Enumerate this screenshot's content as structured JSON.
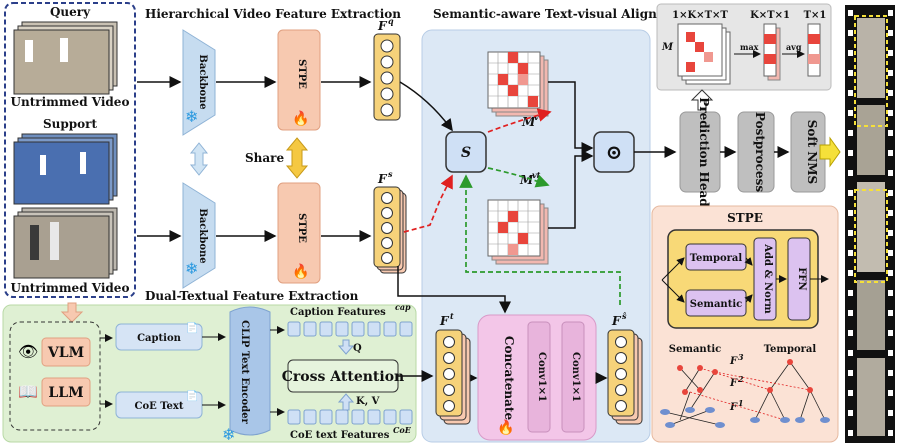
{
  "sections": {
    "hier_title": "Hierarchical Video Feature Extraction",
    "align_title": "Semantic-aware Text-visual Alignment",
    "dual_title": "Dual-Textual Feature Extraction",
    "stpe_title": "STPE"
  },
  "left": {
    "query": "Query",
    "untrimmed1": "Untrimmed Video",
    "support": "Support",
    "untrimmed2": "Untrimmed Video"
  },
  "blocks": {
    "backbone1": "Backbone",
    "backbone2": "Backbone",
    "stpe1": "STPE",
    "stpe2": "STPE",
    "share": "Share",
    "fq": "F",
    "fq_sup": "q",
    "fs": "F",
    "fs_sup": "s",
    "ft": "F",
    "ft_sup": "t",
    "fshat": "F",
    "fshat_sup": "ŝ",
    "s_node": "S",
    "mv": "M",
    "mv_sup": "v",
    "mvt": "M",
    "mvt_sup": "vt",
    "odot": "⊙",
    "concat": "Concatenate",
    "conv1": "Conv1×1",
    "conv2": "Conv1×1",
    "pred_head": "Prediction Head",
    "postprocess": "Postprocess",
    "soft_nms": "Soft NMS"
  },
  "topbox": {
    "m_label": "M",
    "dim1": "1×K×T×T",
    "dim2": "K×T×1",
    "dim3": "T×1",
    "max": "max",
    "avg": "avg"
  },
  "stpe_detail": {
    "temporal": "Temporal",
    "semantic": "Semantic",
    "addnorm": "Add & Norm",
    "ffn": "FFN",
    "graph_semantic": "Semantic",
    "graph_temporal": "Temporal",
    "f3": "F",
    "f3_sup": "3",
    "f2": "F",
    "f2_sup": "2",
    "f1": "F",
    "f1_sup": "1"
  },
  "text": {
    "vlm": "VLM",
    "llm": "LLM",
    "caption": "Caption",
    "coe_text": "CoE Text",
    "clip": "CLIP Text Encoder",
    "caption_features": "Caption Features",
    "cap_sup": "cap",
    "cross_attention": "Cross Attention",
    "q": "Q",
    "kv": "K, V",
    "coe_features": "CoE text Features",
    "coe_sup": "CoE"
  },
  "colors": {
    "salmon": "#f7c9b0",
    "blue_panel": "#dce8f5",
    "green_panel": "#dff0d3",
    "grey": "#bfbfbf",
    "red": "#e8453c",
    "stpe_panel": "#fbe2d5",
    "yellow": "#f8d977",
    "purple": "#dcc2f0",
    "pink": "#f3c6e8"
  }
}
